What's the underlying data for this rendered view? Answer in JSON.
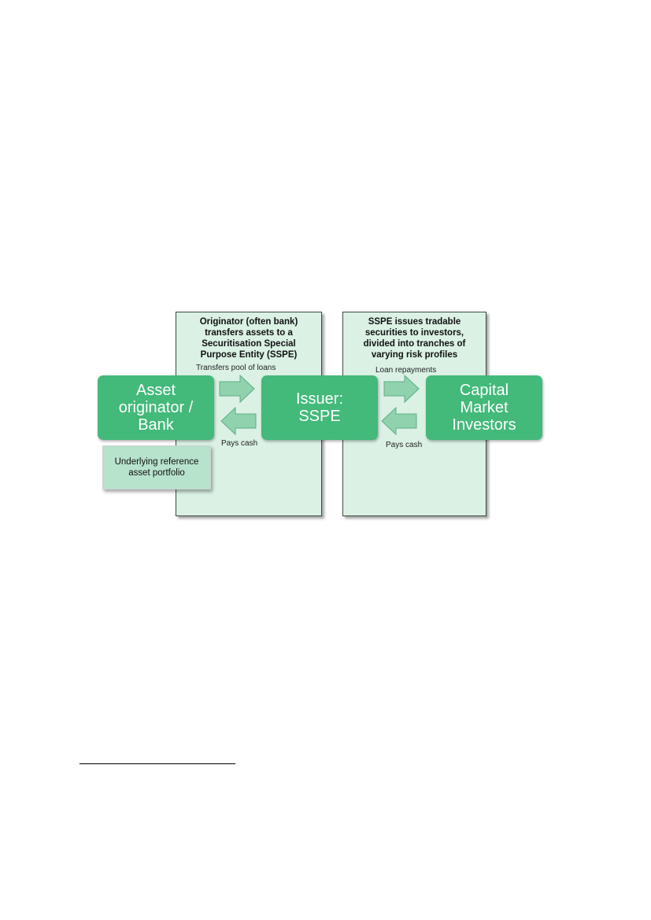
{
  "panels": {
    "left_heading": "Originator (often bank)\ntransfers assets to a\nSecuritisation Special\nPurpose Entity (SSPE)",
    "right_heading": "SSPE issues tradable\nsecurities to investors,\ndivided into tranches of\nvarying risk profiles"
  },
  "entities": {
    "originator": "Asset\noriginator /\nBank",
    "issuer": "Issuer:\nSSPE",
    "investors": "Capital\nMarket\nInvestors"
  },
  "portfolio": "Underlying reference\nasset portfolio",
  "flows": {
    "transfers_loans": "Transfers pool of loans",
    "pays_cash_left": "Pays cash",
    "loan_repayments": "Loan repayments",
    "pays_cash_right": "Pays cash"
  },
  "colors": {
    "panel_fill": "#daf1e4",
    "entity_fill": "#43b97a",
    "portfolio_fill": "#b7e2cb",
    "arrow_fill": "#8fd2ad"
  },
  "icons": {
    "arrow_right": "arrow-right-icon",
    "arrow_left": "arrow-left-icon"
  }
}
